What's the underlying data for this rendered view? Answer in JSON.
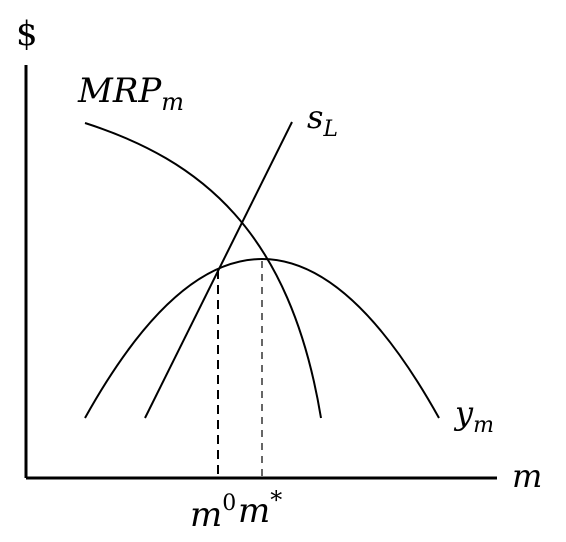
{
  "y_axis_label": "$",
  "x_axis_label": "m",
  "curves": {
    "mrp": {
      "label": "MRP",
      "subscript": "m"
    },
    "supply": {
      "label": "s",
      "subscript": "L"
    },
    "output": {
      "label": "y",
      "subscript": "m"
    }
  },
  "ticks": {
    "m_zero": {
      "label": "m",
      "superscript": "0"
    },
    "m_star": {
      "label": "m",
      "superscript": "*"
    }
  }
}
